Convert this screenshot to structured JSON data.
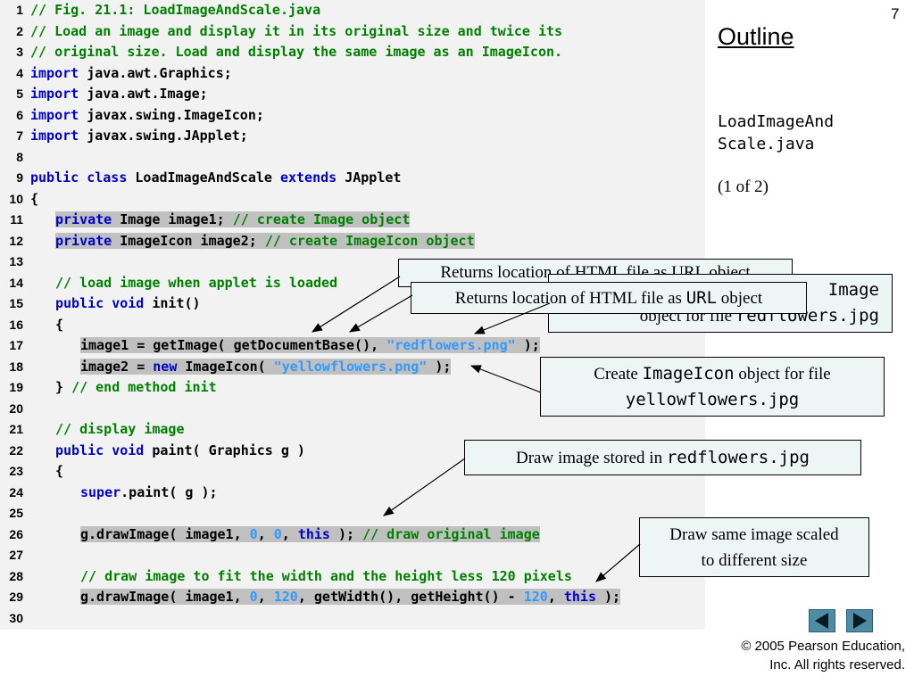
{
  "slide": {
    "number": "7",
    "outline_title": "Outline",
    "file_name_line1": "LoadImageAnd",
    "file_name_line2": "Scale.java",
    "page_of": "(1 of 2)"
  },
  "callouts": {
    "back_text": "Returns location of HTML file as URL object",
    "url_prefix": "Returns location of HTML file as ",
    "url_code": "URL",
    "url_suffix": " object",
    "image_fragment_line1": "Image",
    "image_fragment_line2_prefix": "object for file ",
    "image_fragment_line2_code": "redflowers.jpg",
    "imageicon_prefix": "Create ",
    "imageicon_code": "ImageIcon",
    "imageicon_suffix": " object for file",
    "imageicon_file": "yellowflowers.jpg",
    "draw_prefix": "Draw image stored in ",
    "draw_code": "redflowers.jpg",
    "scaled_line1": "Draw same image scaled",
    "scaled_line2": "to different size"
  },
  "footer": {
    "copyright_line1": "© 2005 Pearson Education,",
    "copyright_line2": "Inc.  All rights reserved."
  },
  "nav": {
    "prev_icon": "triangle-left-icon",
    "next_icon": "triangle-right-icon",
    "button_color": "#4e8ca6"
  },
  "code": {
    "l1": "// Fig. 21.1: LoadImageAndScale.java",
    "l2": "// Load an image and display it in its original size and twice its",
    "l3": "// original size. Load and display the same image as an ImageIcon.",
    "l4_kw": "import",
    "l4_rest": " java.awt.Graphics;",
    "l5_kw": "import",
    "l5_rest": " java.awt.Image;",
    "l6_kw": "import",
    "l6_rest": " javax.swing.ImageIcon;",
    "l7_kw": "import",
    "l7_rest": " javax.swing.JApplet;",
    "l9_kw1": "public class",
    "l9_mid": " LoadImageAndScale ",
    "l9_kw2": "extends",
    "l9_rest": " JApplet",
    "l10": "{",
    "l11_kw": "private",
    "l11_mid": " Image image1; ",
    "l11_cm": "// create Image object",
    "l12_kw": "private",
    "l12_mid": " ImageIcon image2; ",
    "l12_cm": "// create ImageIcon object",
    "l14": "// load image when applet is loaded",
    "l15_kw": "public void",
    "l15_rest": " init()",
    "l16": "{",
    "l17_a": "image1 = getImage( getDocumentBase(), ",
    "l17_str": "\"redflowers.png\"",
    "l17_b": " );",
    "l18_a": "image2 = ",
    "l18_kw": "new",
    "l18_b": " ImageIcon( ",
    "l18_str": "\"yellowflowers.png\"",
    "l18_c": " );",
    "l19_a": "} ",
    "l19_cm": "// end method init",
    "l21": "// display image",
    "l22_kw": "public void",
    "l22_rest": " paint( Graphics g )",
    "l23": "{",
    "l24_kw": "super",
    "l24_rest": ".paint( g );",
    "l26_a": "g.drawImage( image1, ",
    "l26_n1": "0",
    "l26_c1": ", ",
    "l26_n2": "0",
    "l26_c2": ", ",
    "l26_kw": "this",
    "l26_b": " ); ",
    "l26_cm": "// draw original image",
    "l28": "// draw image to fit the width and the height less 120 pixels",
    "l29_a": "g.drawImage( image1, ",
    "l29_n1": "0",
    "l29_c1": ", ",
    "l29_n2": "120",
    "l29_b": ", getWidth(), getHeight() - ",
    "l29_n3": "120",
    "l29_c2": ", ",
    "l29_kw": "this",
    "l29_c": " );"
  }
}
